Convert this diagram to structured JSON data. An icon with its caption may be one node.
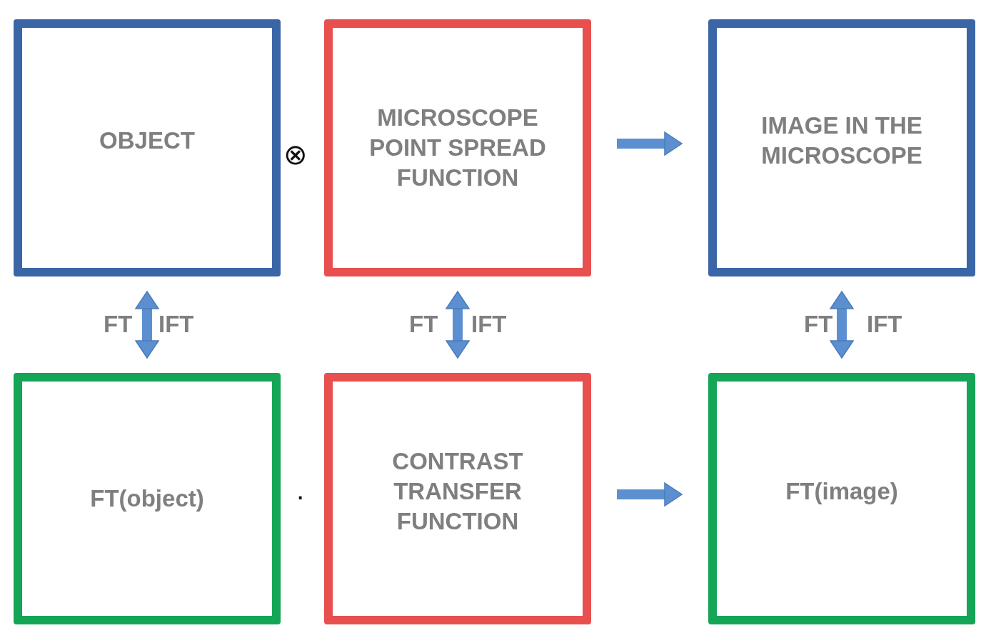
{
  "diagram": {
    "nodes": [
      {
        "text": [
          "OBJECT"
        ]
      },
      {
        "text": [
          "MICROSCOPE POINT SPREAD FUNCTION"
        ]
      },
      {
        "text": [
          "IMAGE IN THE MICROSCOPE"
        ]
      },
      {
        "text": [
          "FT(object)"
        ]
      },
      {
        "text": [
          "CONTRAST TRANSFER FUNCTION"
        ]
      },
      {
        "text": [
          "FT(image)"
        ]
      }
    ],
    "edges": [
      {
        "from": 1,
        "to": 2,
        "arrow": "to"
      },
      {
        "from": 0,
        "to": 3,
        "arrow": "both"
      },
      {
        "from": 1,
        "to": 4,
        "arrow": "both"
      },
      {
        "from": 2,
        "to": 5,
        "arrow": "both"
      },
      {
        "from": 4,
        "to": 5,
        "arrow": "to"
      }
    ],
    "labels": [
      "⊗",
      "FT",
      "IFT",
      "FT",
      "IFT",
      "FT",
      "IFT",
      "·"
    ]
  }
}
